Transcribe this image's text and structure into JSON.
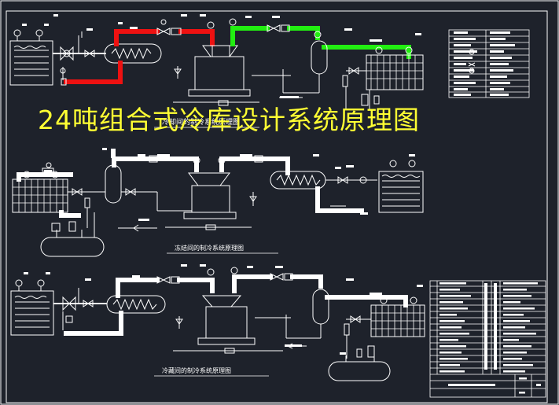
{
  "overlay_title": "24吨组合式冷库设计系统原理图",
  "subtitles": {
    "top": "冷却间的制冷系统原理图",
    "middle": "冻结间的制冷系统原理图",
    "bottom": "冷藏间的制冷系统原理图"
  },
  "colors": {
    "background": "#1e222b",
    "frame": "#ffffff",
    "pipe": "#ffffff",
    "hot_line": "#ee1111",
    "suction_line": "#22ee11",
    "title_overlay": "#ffff33"
  }
}
